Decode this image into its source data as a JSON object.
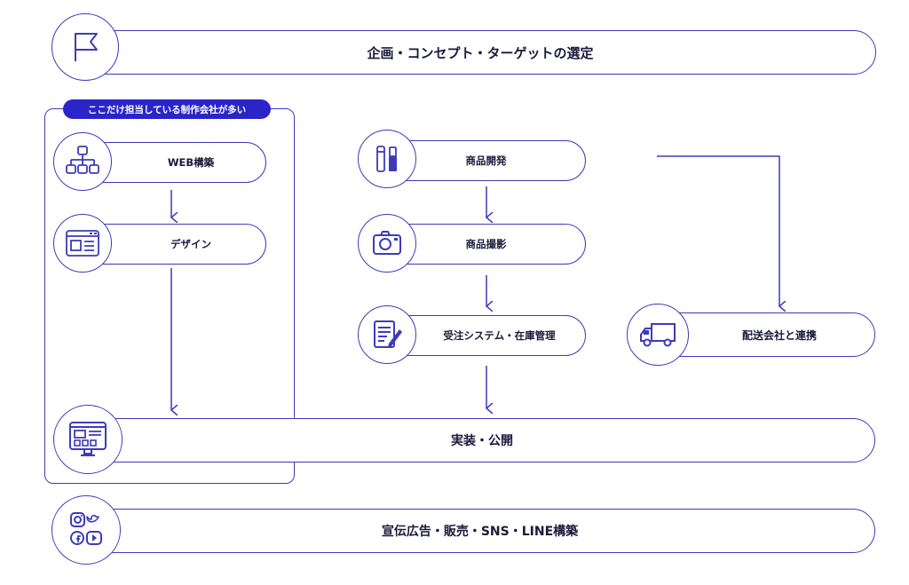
{
  "steps": {
    "planning": "企画・コンセプト・ターゲットの選定",
    "web_build": "WEB構築",
    "design": "デザイン",
    "product_dev": "商品開発",
    "product_photo": "商品撮影",
    "order_system": "受注システム・在庫管理",
    "shipping": "配送会社と連携",
    "launch": "実装・公開",
    "marketing": "宣伝広告・販売・SNS・LINE構築"
  },
  "group_tag": "ここだけ担当している制作会社が多い",
  "icons": {
    "planning": "flag-icon",
    "web_build": "sitemap-icon",
    "design": "browser-window-icon",
    "product_dev": "cosmetics-icon",
    "product_photo": "camera-icon",
    "order_system": "document-edit-icon",
    "shipping": "delivery-truck-icon",
    "launch": "monitor-icon",
    "marketing": "social-media-icon"
  },
  "colors": {
    "stroke": "#3f3ab8",
    "tag_bg": "#2b25c9",
    "text": "#1a1a3a"
  }
}
